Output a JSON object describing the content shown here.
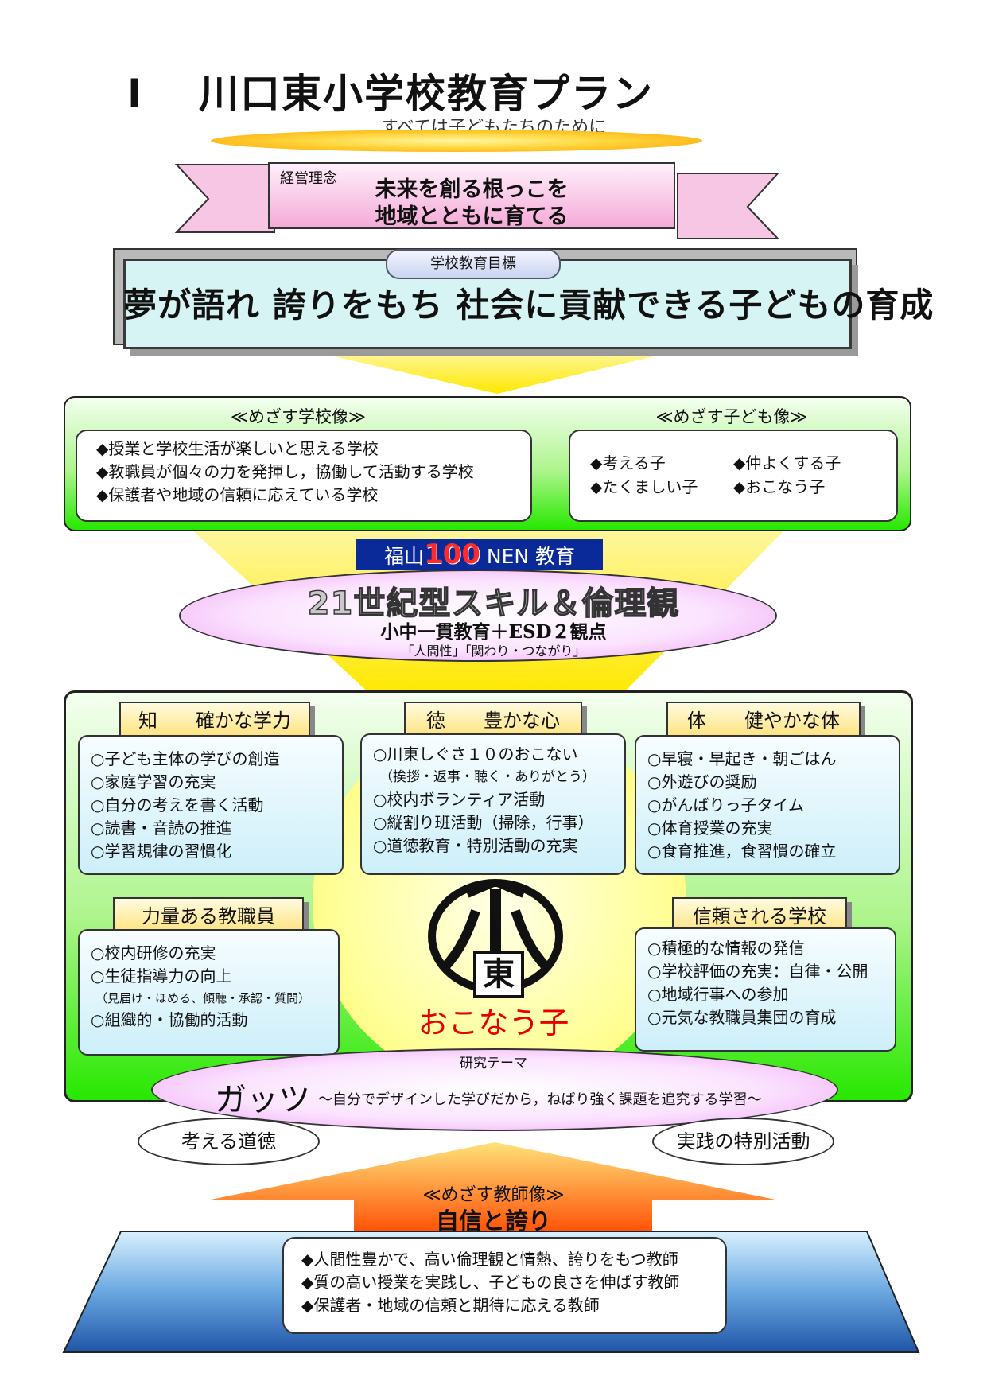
{
  "header": {
    "number": "Ⅰ",
    "title": "川口東小学校教育プラン",
    "subtitle": "すべては子どもたちのために"
  },
  "philosophy": {
    "tag": "経営理念",
    "line1": "未来を創る根っこを",
    "line2": "地域とともに育てる"
  },
  "goal": {
    "tag": "学校教育目標",
    "text": "夢が語れ 誇りをもち 社会に貢献できる子どもの育成"
  },
  "school_image": {
    "title": "≪めざす学校像≫",
    "items": [
      "◆授業と学校生活が楽しいと思える学校",
      "◆教職員が個々の力を発揮し，協働して活動する学校",
      "◆保護者や地域の信頼に応えている学校"
    ]
  },
  "child_image": {
    "title": "≪めざす子ども像≫",
    "items": [
      "◆考える子",
      "◆仲よくする子",
      "◆たくましい子",
      "◆おこなう子"
    ]
  },
  "fukuyama": {
    "pre": "福山",
    "big": "100",
    "post": " NEN 教育"
  },
  "skills": {
    "title": "21世紀型スキル＆倫理観",
    "sub": "小中一貫教育＋ESD２観点",
    "note": "「人間性」「関わり・つながり」"
  },
  "chi": {
    "label": "知　　確かな学力",
    "items": [
      "○子ども主体の学びの創造",
      "○家庭学習の充実",
      "○自分の考えを書く活動",
      "○読書・音読の推進",
      "○学習規律の習慣化"
    ]
  },
  "toku": {
    "label": "徳　　豊かな心",
    "items": [
      "○川東しぐさ１０のおこない",
      "（挨拶・返事・聴く・ありがとう）",
      "○校内ボランティア活動",
      "○縦割り班活動（掃除，行事）",
      "○道徳教育・特別活動の充実"
    ]
  },
  "tai": {
    "label": "体　　健やかな体",
    "items": [
      "○早寝・早起き・朝ごはん",
      "○外遊びの奨励",
      "○がんばりっ子タイム",
      "○体育授業の充実",
      "○食育推進，食習慣の確立"
    ]
  },
  "staff": {
    "label": "力量ある教職員",
    "items": [
      "○校内研修の充実",
      "○生徒指導力の向上",
      "（見届け・ほめる、傾聴・承認・質問）",
      "○組織的・協働的活動"
    ]
  },
  "trust": {
    "label": "信頼される学校",
    "items": [
      "○積極的な情報の発信",
      "○学校評価の充実：自律・公開",
      "○地域行事への参加",
      "○元気な教職員集団の育成"
    ]
  },
  "emblem": {
    "top": "小",
    "bottom": "東",
    "caption": "おこなう子"
  },
  "research": {
    "tag": "研究テーマ",
    "main": "ガッツ",
    "sub": "～自分でデザインした学びだから，ねばり強く課題を追究する学習～",
    "left": "考える道徳",
    "right": "実践の特別活動"
  },
  "teacher": {
    "title": "≪めざす教師像≫",
    "subtitle": "自信と誇り",
    "items": [
      "◆人間性豊かで、高い倫理観と情熱、誇りをもつ教師",
      "◆質の高い授業を実践し、子どもの良さを伸ばす教師",
      "◆保護者・地域の信頼と期待に応える教師"
    ]
  },
  "colors": {
    "green_panel": "#27e800",
    "goal_box": "#d6f4f4",
    "fukuyama_bg": "#0a2a9a",
    "accent_red": "#e60000",
    "base_blue": "#3f7fc8"
  }
}
